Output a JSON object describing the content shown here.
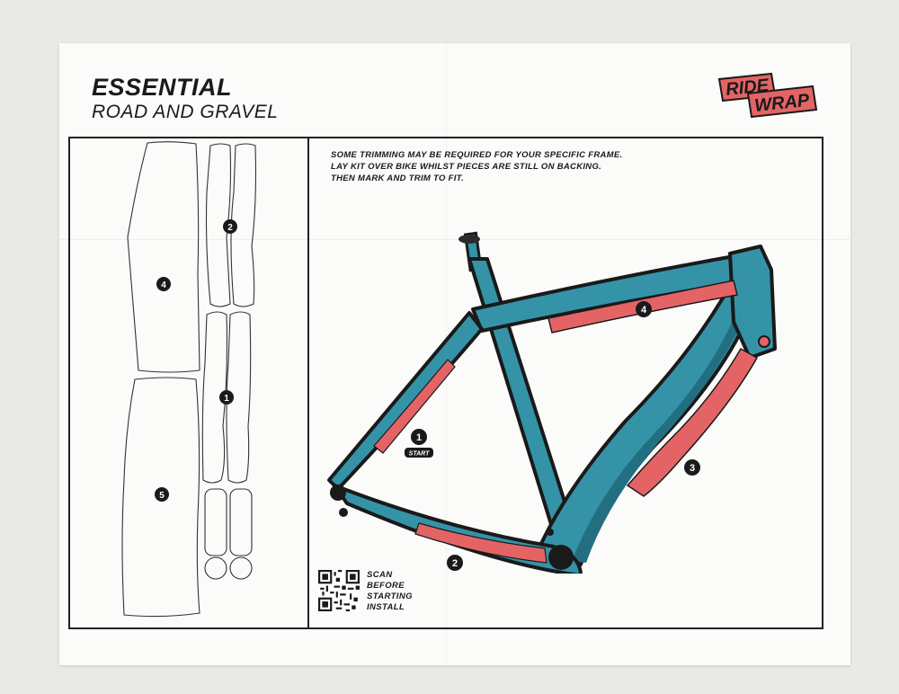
{
  "header": {
    "title": "ESSENTIAL",
    "subtitle": "ROAD AND GRAVEL"
  },
  "logo": {
    "line1": "RIDE",
    "line2": "WRAP"
  },
  "instructions": "SOME TRIMMING MAY BE REQUIRED FOR YOUR SPECIFIC FRAME. LAY KIT OVER BIKE WHILST PIECES ARE STILL ON BACKING. THEN MARK AND TRIM TO FIT.",
  "qr": {
    "line1": "SCAN",
    "line2": "BEFORE",
    "line3": "STARTING",
    "line4": "INSTALL"
  },
  "pieces": {
    "p1": "1",
    "p2": "2",
    "p4": "4",
    "p5": "5"
  },
  "frame_labels": {
    "l1": "1",
    "start": "START",
    "l2": "2",
    "l3": "3",
    "l4": "4"
  },
  "colors": {
    "frame": "#3593a8",
    "frame_dark": "#236f82",
    "protection": "#e46466",
    "ink": "#1a1a1a"
  }
}
